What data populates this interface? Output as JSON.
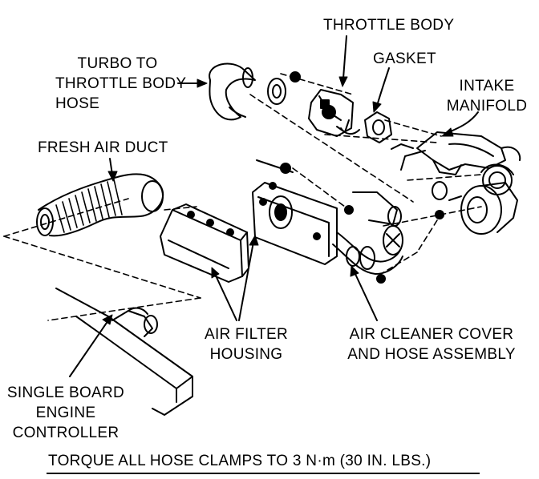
{
  "labels": {
    "throttle_body": "THROTTLE BODY",
    "gasket": "GASKET",
    "turbo_hose": [
      "TURBO TO",
      "THROTTLE BODY",
      "HOSE"
    ],
    "intake_manifold": [
      "INTAKE",
      "MANIFOLD"
    ],
    "fresh_air_duct": "FRESH AIR DUCT",
    "air_filter_housing": [
      "AIR FILTER",
      "HOUSING"
    ],
    "air_cleaner_cover": [
      "AIR CLEANER COVER",
      "AND HOSE ASSEMBLY"
    ],
    "single_board_controller": [
      "SINGLE BOARD",
      "ENGINE",
      "CONTROLLER"
    ]
  },
  "caption": "TORQUE ALL HOSE CLAMPS TO 3 N·m (30 IN. LBS.)",
  "colors": {
    "ink": "#000000",
    "paper": "#ffffff"
  }
}
